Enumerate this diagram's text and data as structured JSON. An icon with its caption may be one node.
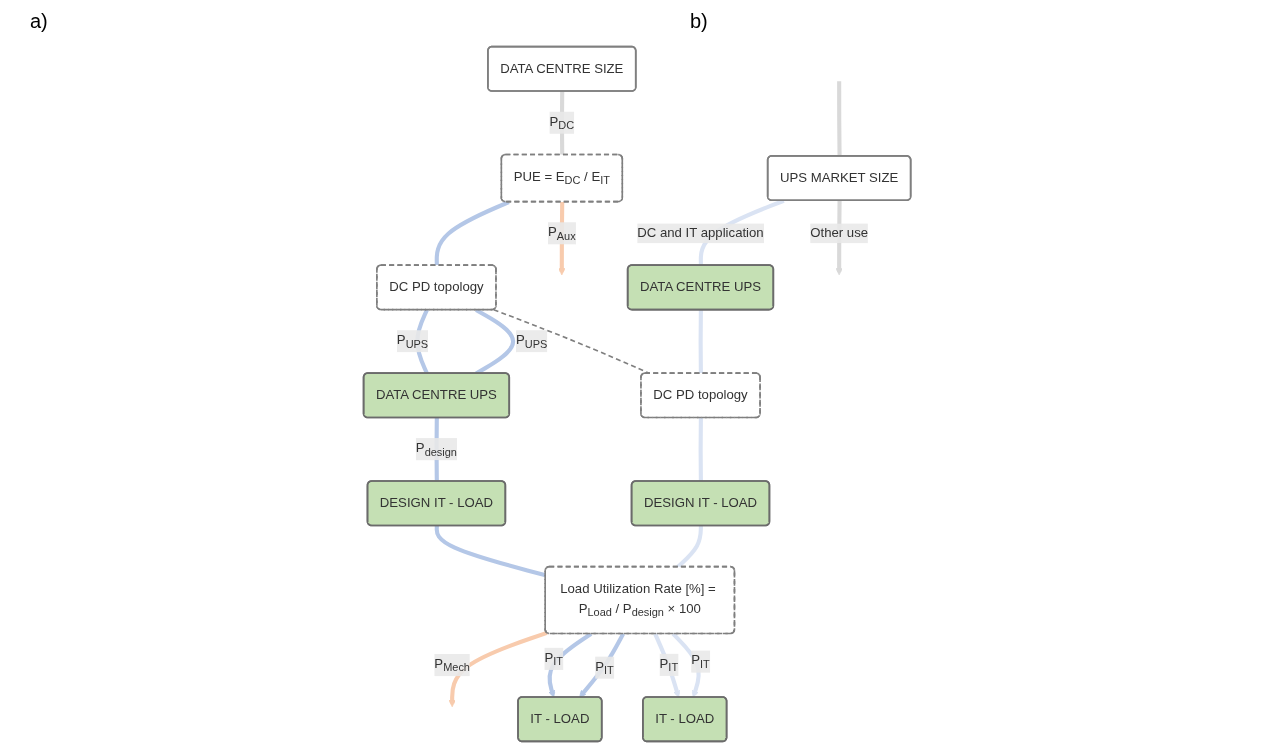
{
  "diagram": {
    "nodes": [
      {
        "text": [
          "DATA CENTRE SIZE"
        ]
      },
      {
        "text": [
          "PUE = E$_{DC}$ / E$_{IT}$"
        ]
      },
      {
        "text": [
          "DC PD topology"
        ]
      },
      {
        "text": [
          "DATA CENTRE UPS"
        ]
      },
      {
        "text": [
          "DESIGN IT - LOAD"
        ]
      },
      {
        "text": [
          "Load Utilization Rate [%] = P$_{Load}$ / P$_{design}$ × 100"
        ]
      },
      {
        "text": [
          "IT - LOAD"
        ]
      },
      {
        "text": [
          "UPS MARKET SIZE"
        ]
      },
      {
        "text": [
          "DATA CENTRE UPS"
        ]
      },
      {
        "text": [
          "DC PD topology"
        ]
      },
      {
        "text": [
          "DESIGN IT - LOAD"
        ]
      },
      {
        "text": [
          "IT - LOAD"
        ]
      }
    ],
    "edges": [
      {
        "from": 0,
        "to": 1,
        "arrow": "none",
        "label": "P$_{DC}$",
        "color": "#d9d9d9"
      },
      {
        "from": 1,
        "to": 2,
        "arrow": "none",
        "color": "#b4c7e7"
      },
      {
        "from": 1,
        "to": null,
        "arrow": "to",
        "label": "P$_{Aux}$",
        "color": "#f8cbad"
      },
      {
        "from": 5,
        "to": null,
        "arrow": "to",
        "label": "P$_{Mech}$",
        "color": "#f8cbad"
      },
      {
        "from": 2,
        "to": 3,
        "arrow": "none",
        "label": "P$_{UPS}$",
        "color": "#b4c7e7"
      },
      {
        "from": 2,
        "to": 3,
        "arrow": "none",
        "label": "P$_{UPS}$",
        "color": "#b4c7e7"
      },
      {
        "from": 3,
        "to": 4,
        "arrow": "none",
        "label": "P$_{design}$",
        "color": "#b4c7e7"
      },
      {
        "from": 4,
        "to": 5,
        "arrow": "none",
        "color": "#b4c7e7"
      },
      {
        "from": 5,
        "to": 6,
        "arrow": "to",
        "label": "P$_{IT}$",
        "color": "#b4c7e7"
      },
      {
        "from": 5,
        "to": 6,
        "arrow": "to",
        "label": "P$_{IT}$",
        "color": "#b4c7e7"
      },
      {
        "from": 2,
        "to": 9,
        "arrow": "none",
        "style": "dashed",
        "color": "#7f7f7f"
      },
      {
        "from": null,
        "to": 7,
        "arrow": "none",
        "color": "#d9d9d9"
      },
      {
        "from": 7,
        "to": 8,
        "arrow": "none",
        "label": "DC and IT application",
        "color": "#dae3f3"
      },
      {
        "from": 7,
        "to": null,
        "arrow": "to",
        "label": "Other use",
        "color": "#d9d9d9"
      },
      {
        "from": 8,
        "to": 9,
        "arrow": "none",
        "color": "#dae3f3"
      },
      {
        "from": 9,
        "to": 10,
        "arrow": "none",
        "color": "#dae3f3"
      },
      {
        "from": 10,
        "to": 5,
        "arrow": "none",
        "color": "#dae3f3"
      },
      {
        "from": 5,
        "to": 11,
        "arrow": "to",
        "label": "P$_{IT}$",
        "color": "#dae3f3"
      },
      {
        "from": 5,
        "to": 11,
        "arrow": "to",
        "label": "P$_{IT}$",
        "color": "#dae3f3"
      }
    ],
    "labels": [
      "a)",
      "b)"
    ]
  }
}
